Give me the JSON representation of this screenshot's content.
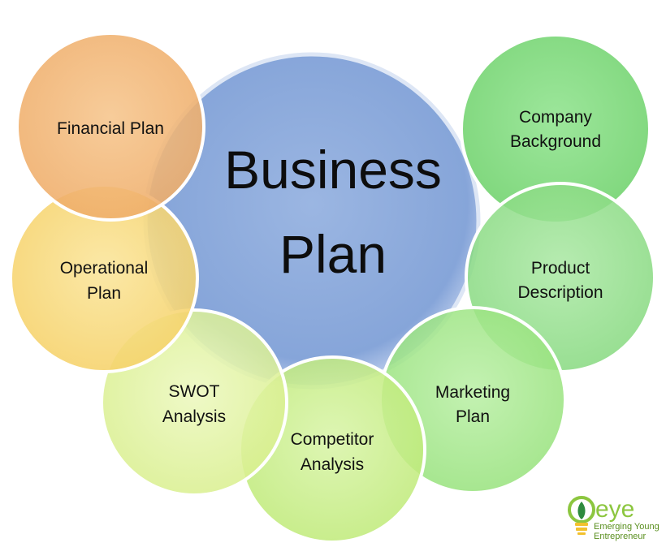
{
  "diagram": {
    "center": {
      "line1": "Business",
      "line2": "Plan",
      "color": "#8eaadb"
    },
    "nodes": [
      {
        "id": "financial-plan",
        "lines": [
          "Financial Plan"
        ],
        "color": "#f3b97b"
      },
      {
        "id": "operational-plan",
        "lines": [
          "Operational",
          "Plan"
        ],
        "color": "#f8df82"
      },
      {
        "id": "swot-analysis",
        "lines": [
          "SWOT",
          "Analysis"
        ],
        "color": "#e3f3a4"
      },
      {
        "id": "competitor-analysis",
        "lines": [
          "Competitor",
          "Analysis"
        ],
        "color": "#c8ee8a"
      },
      {
        "id": "marketing-plan",
        "lines": [
          "Marketing",
          "Plan"
        ],
        "color": "#a5e98e"
      },
      {
        "id": "product-description",
        "lines": [
          "Product",
          "Description"
        ],
        "color": "#98e190"
      },
      {
        "id": "company-background",
        "lines": [
          "Company",
          "Background"
        ],
        "color": "#7ddc7d"
      }
    ]
  },
  "logo": {
    "brand": "eye",
    "tagline_line1": "Emerging Young",
    "tagline_line2": "Entrepreneur",
    "color": "#8cc63f"
  }
}
